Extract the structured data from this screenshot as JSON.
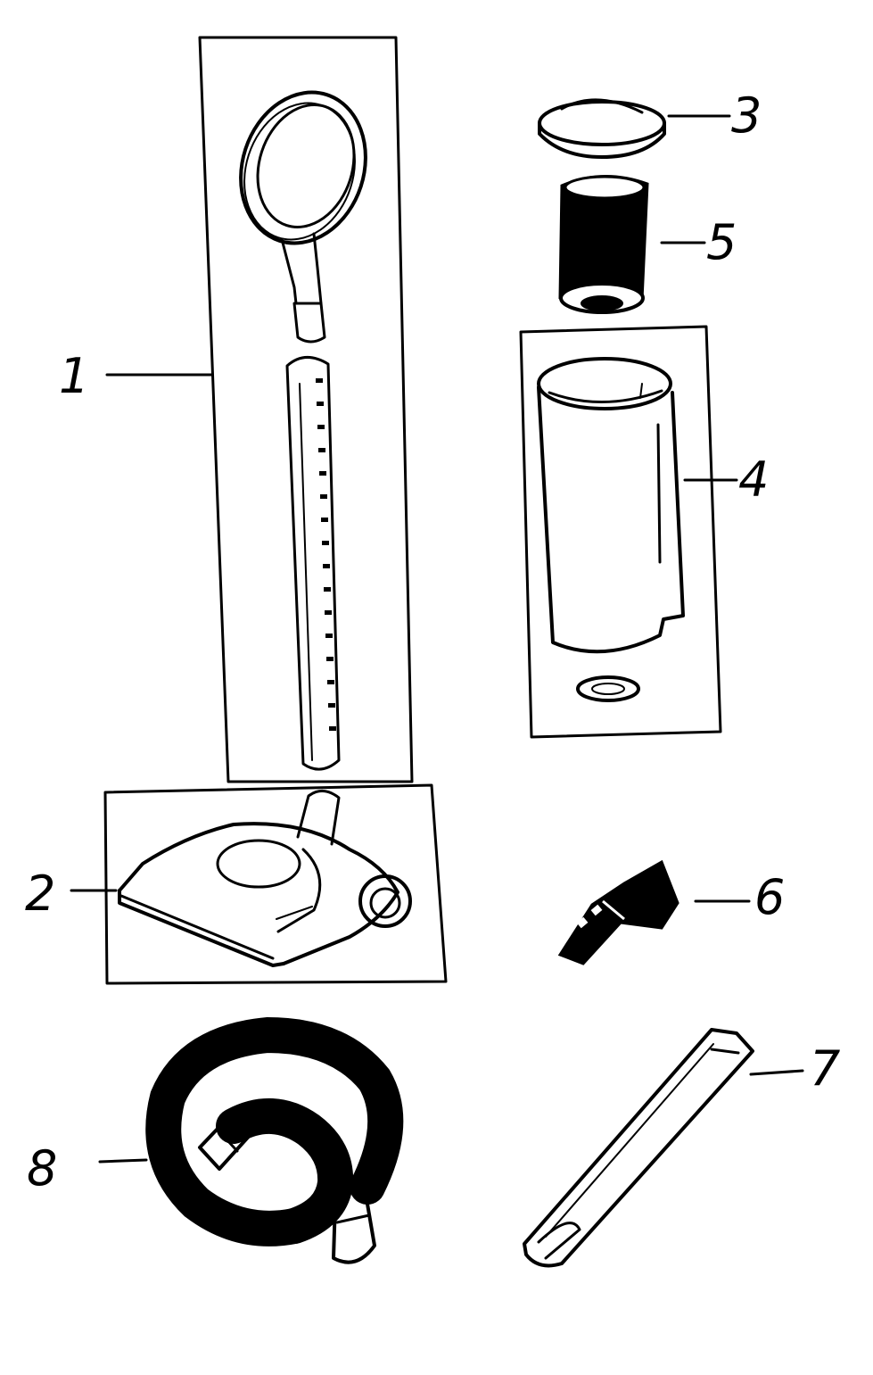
{
  "parts": [
    {
      "id": "part-1",
      "label": "1",
      "icon": "handle-and-wand-icon"
    },
    {
      "id": "part-2",
      "label": "2",
      "icon": "floor-nozzle-icon"
    },
    {
      "id": "part-3",
      "label": "3",
      "icon": "dust-cup-lid-icon"
    },
    {
      "id": "part-4",
      "label": "4",
      "icon": "dust-cup-icon"
    },
    {
      "id": "part-5",
      "label": "5",
      "icon": "filter-icon"
    },
    {
      "id": "part-6",
      "label": "6",
      "icon": "dusting-brush-icon"
    },
    {
      "id": "part-7",
      "label": "7",
      "icon": "crevice-tool-icon"
    },
    {
      "id": "part-8",
      "label": "8",
      "icon": "hose-icon"
    }
  ],
  "colors": {
    "ink": "#000000",
    "paper": "#ffffff"
  }
}
